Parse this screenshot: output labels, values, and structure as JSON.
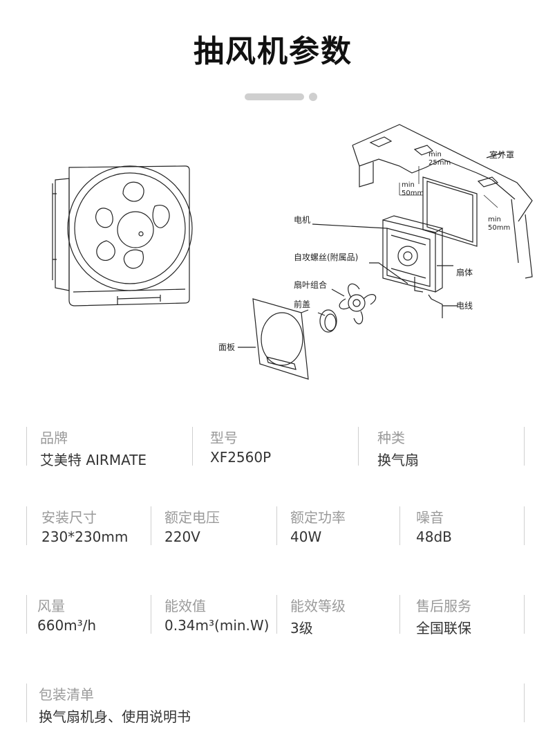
{
  "title": "抽风机参数",
  "diagram": {
    "labels": {
      "motor": "电机",
      "screw": "自攻螺丝(附属品)",
      "blade": "扇叶组合",
      "front_cover": "前盖",
      "panel": "面板",
      "body": "扇体",
      "wire": "电线",
      "outdoor_hood": "室外罩"
    },
    "dims": {
      "d1_a": "min",
      "d1_b": "25mm",
      "d2_a": "min",
      "d2_b": "50mm",
      "d3_a": "min",
      "d3_b": "50mm"
    }
  },
  "specs": {
    "row1": [
      {
        "label": "品牌",
        "value": "艾美特 AIRMATE"
      },
      {
        "label": "型号",
        "value": "XF2560P"
      },
      {
        "label": "种类",
        "value": "换气扇"
      }
    ],
    "row2": [
      {
        "label": "安装尺寸",
        "value": "230*230mm"
      },
      {
        "label": "额定电压",
        "value": "220V"
      },
      {
        "label": "额定功率",
        "value": "40W"
      },
      {
        "label": "噪音",
        "value": "48dB"
      }
    ],
    "row3": [
      {
        "label": "风量",
        "value": "660m³/h"
      },
      {
        "label": "能效值",
        "value": "0.34m³(min.W)"
      },
      {
        "label": "能效等级",
        "value": "3级"
      },
      {
        "label": "售后服务",
        "value": "全国联保"
      }
    ],
    "row4": [
      {
        "label": "包装清单",
        "value": "换气扇机身、使用说明书"
      }
    ]
  }
}
